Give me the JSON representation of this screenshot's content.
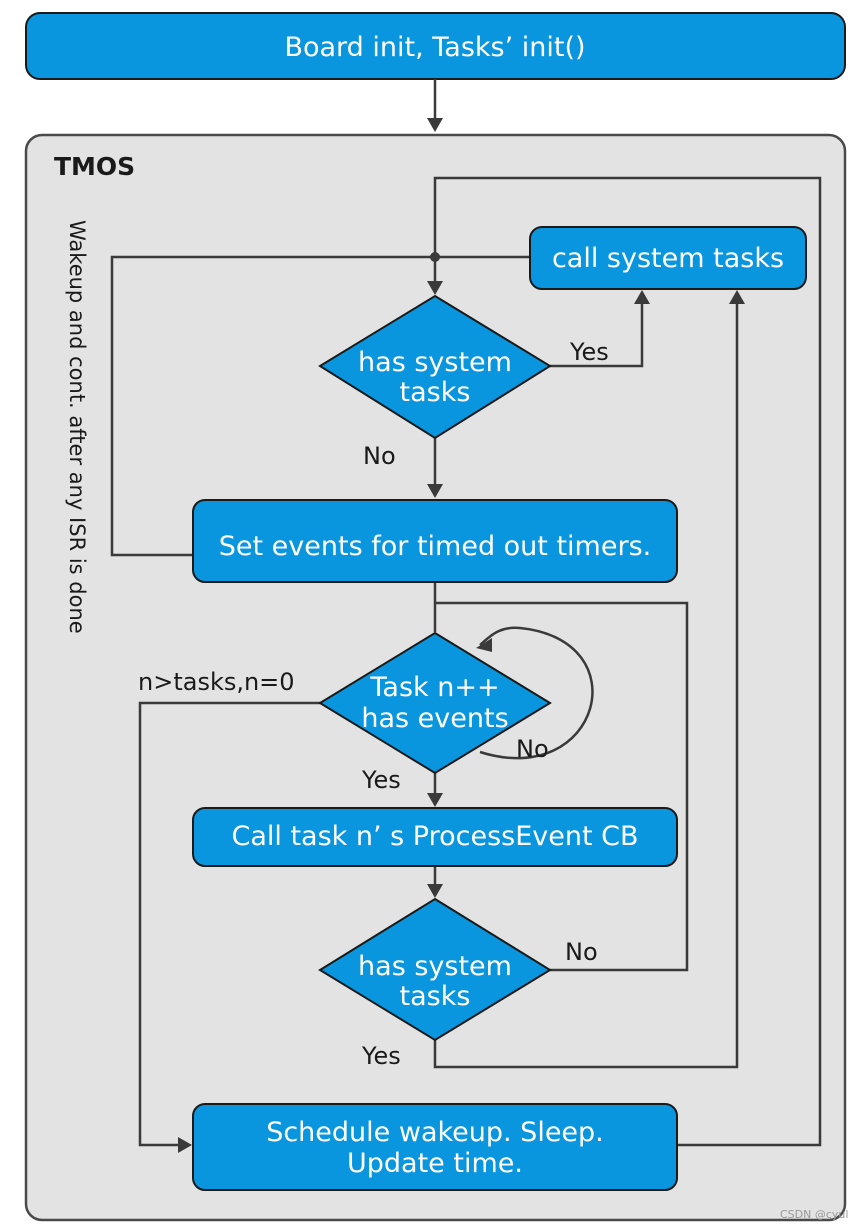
{
  "colors": {
    "box_fill": "#0a96de",
    "container_fill": "#e3e3e3",
    "line": "#3a3a3a"
  },
  "top_box": "Board init, Tasks’ init()",
  "container": {
    "title": "TMOS",
    "side_label": "Wakeup and cont. after any ISR is done"
  },
  "nodes": {
    "call_system_tasks": "call system tasks",
    "decision_system_tasks_1": [
      "has system",
      "tasks"
    ],
    "set_events": "Set events for timed out timers.",
    "decision_task_events": [
      "Task n++",
      "has events"
    ],
    "call_process_event": "Call task n’ s ProcessEvent CB",
    "decision_system_tasks_2": [
      "has system",
      "tasks"
    ],
    "schedule_wakeup": [
      "Schedule wakeup. Sleep.",
      "Update time."
    ]
  },
  "edge_labels": {
    "yes_1": "Yes",
    "no_1": "No",
    "n_reset": "n>tasks,n=0",
    "no_loop": "No",
    "yes_2": "Yes",
    "no_2": "No",
    "yes_3": "Yes"
  },
  "watermark": "CSDN @cyul"
}
